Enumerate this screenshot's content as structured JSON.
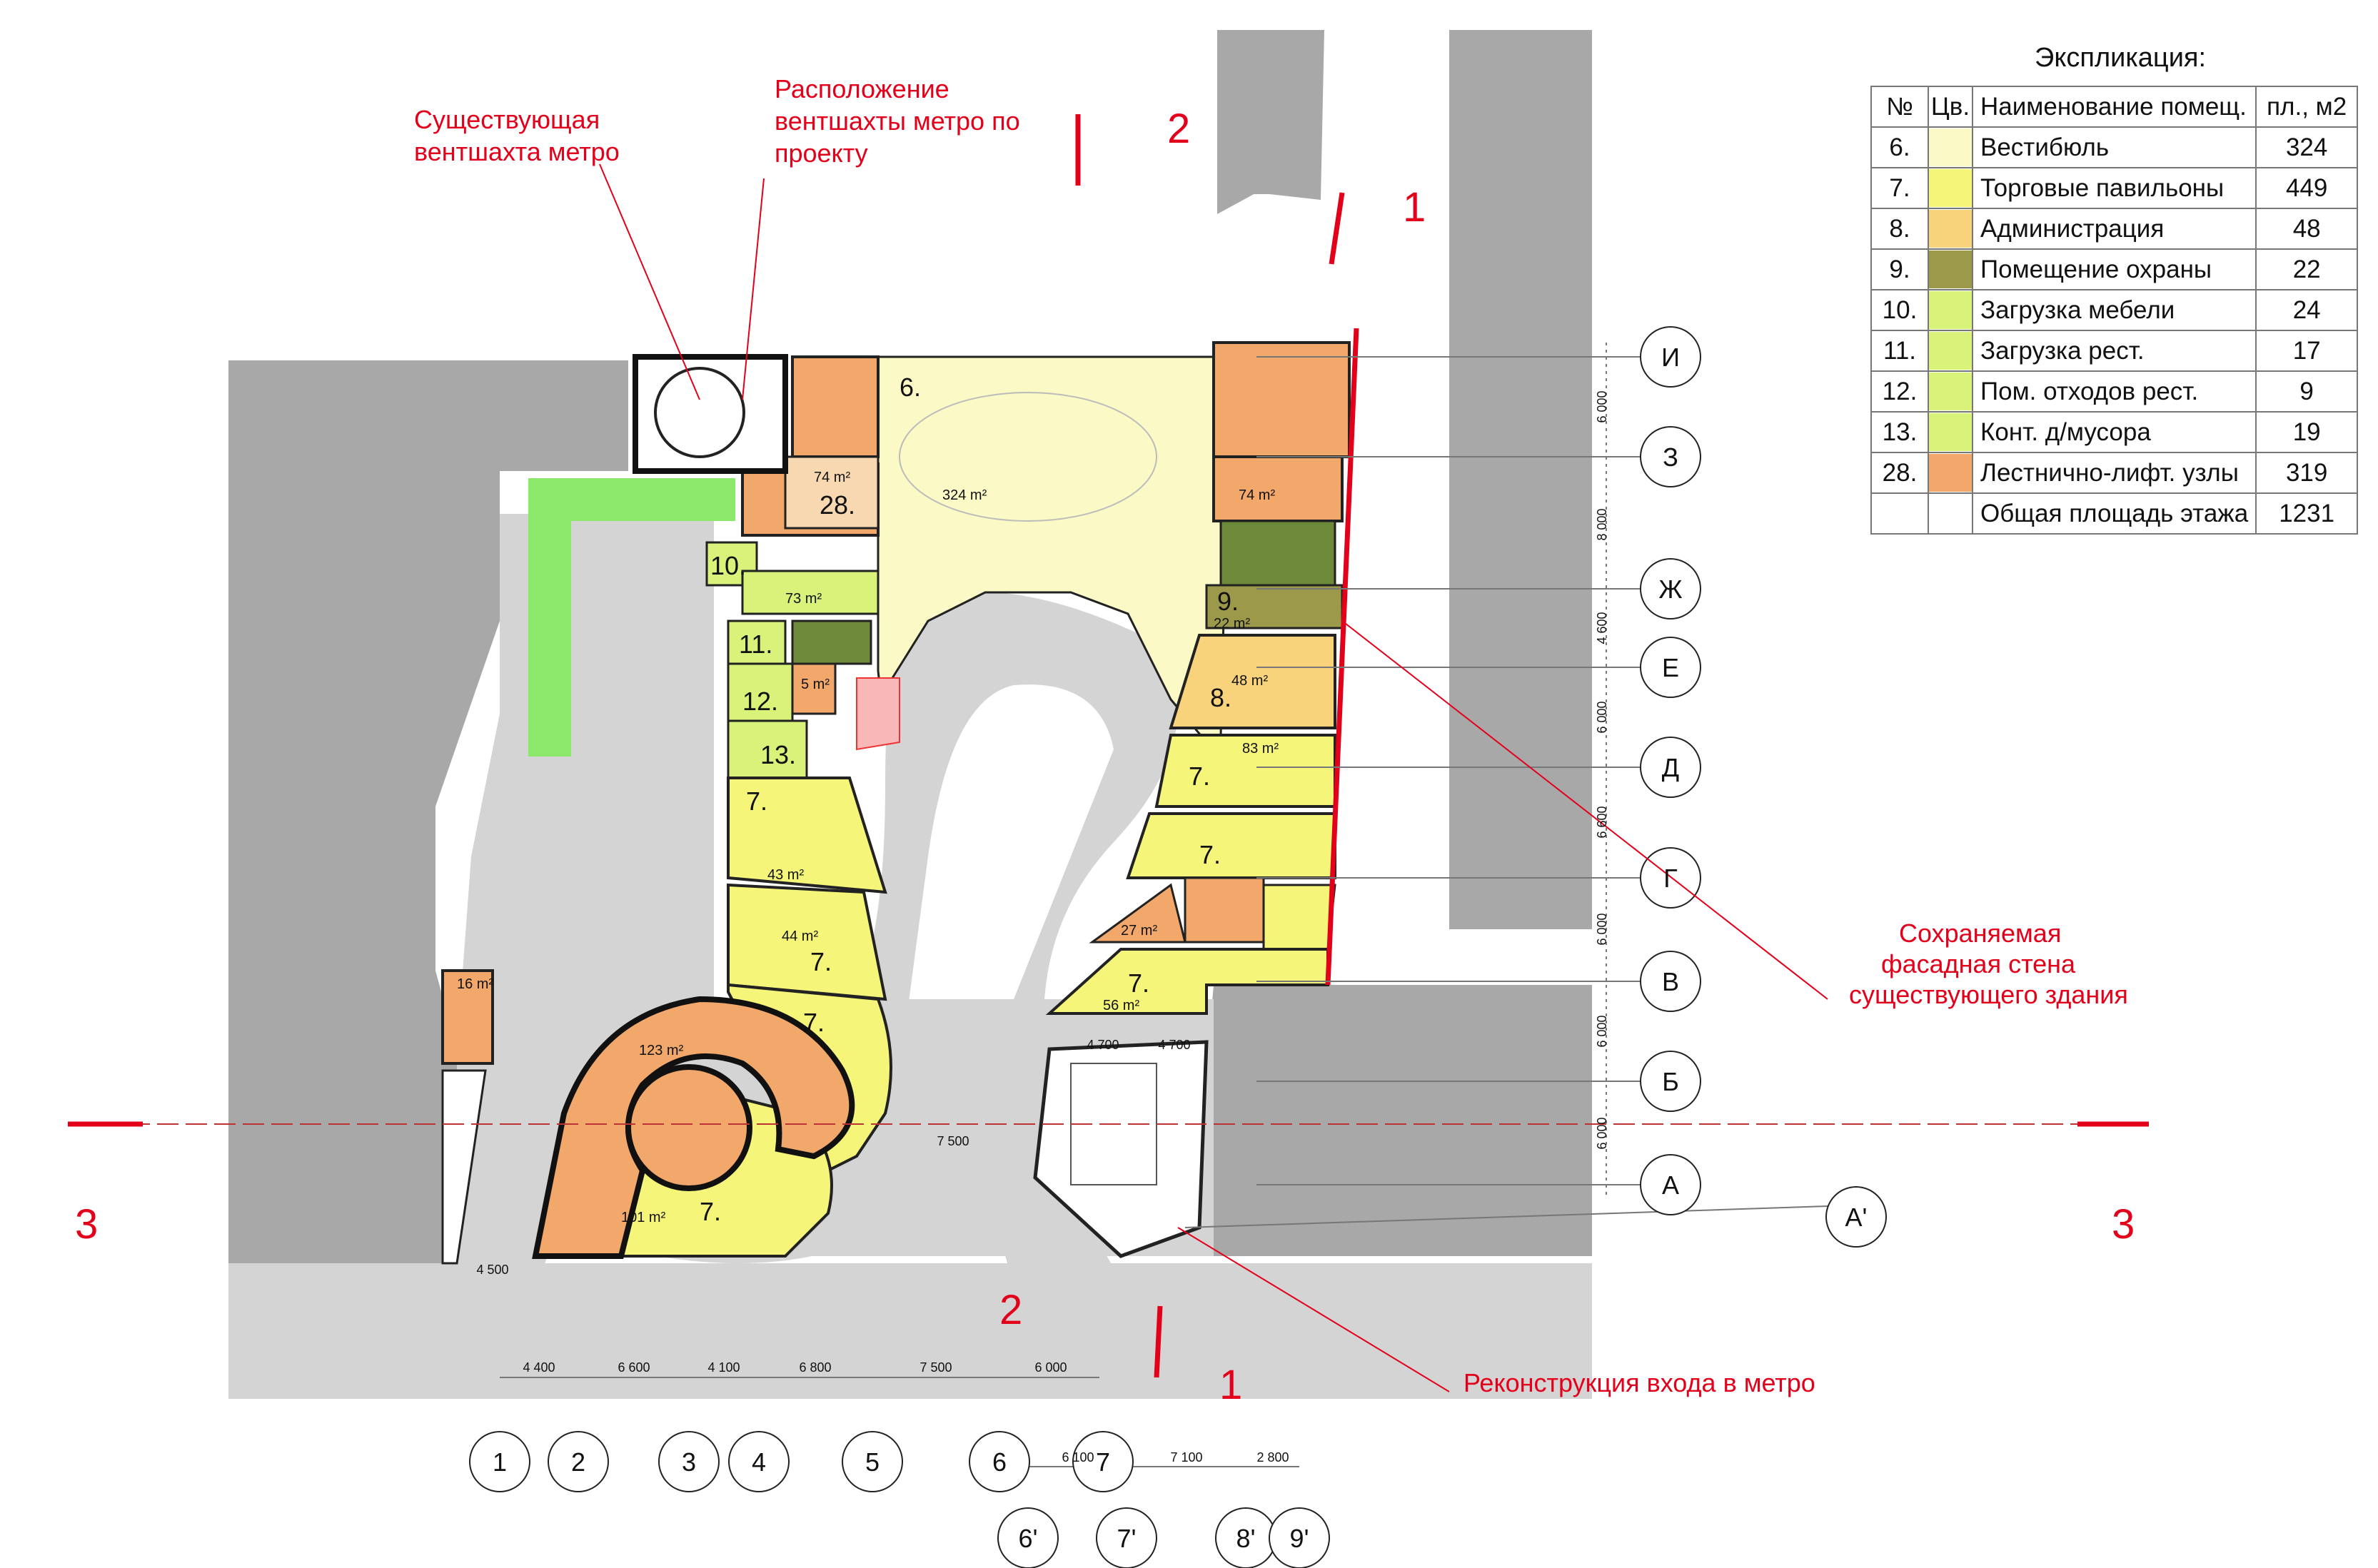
{
  "explication": {
    "title": "Экспликация:",
    "headers": {
      "num": "№",
      "color": "Цв.",
      "name": "Наименование помещ.",
      "area": "пл., м2"
    },
    "rows": [
      {
        "num": "6.",
        "name": "Вестибюль",
        "area": "324",
        "color": "#fbf9c5"
      },
      {
        "num": "7.",
        "name": "Торговые павильоны",
        "area": "449",
        "color": "#f5f57a"
      },
      {
        "num": "8.",
        "name": "Администрация",
        "area": "48",
        "color": "#f8d37c"
      },
      {
        "num": "9.",
        "name": "Помещение охраны",
        "area": "22",
        "color": "#9c9a4a"
      },
      {
        "num": "10.",
        "name": "Загрузка мебели",
        "area": "24",
        "color": "#d8f27a"
      },
      {
        "num": "11.",
        "name": "Загрузка рест.",
        "area": "17",
        "color": "#d8f27a"
      },
      {
        "num": "12.",
        "name": "Пом. отходов рест.",
        "area": "9",
        "color": "#d8f27a"
      },
      {
        "num": "13.",
        "name": "Конт. д/мусора",
        "area": "19",
        "color": "#d8f27a"
      },
      {
        "num": "28.",
        "name": "Лестнично-лифт. узлы",
        "area": "319",
        "color": "#f2a86a"
      }
    ],
    "total": {
      "name": "Общая площадь этажа",
      "area": "1231"
    }
  },
  "annotations": {
    "existing_shaft": [
      "Существующая",
      "вентшахта метро"
    ],
    "projected_shaft": [
      "Расположение",
      "вентшахты метро по",
      "проекту"
    ],
    "facade": [
      "Сохраняемая",
      "фасадная стена",
      "существующего здания"
    ],
    "metro_entrance": "Реконструкция входа в метро"
  },
  "sections": {
    "s1": "1",
    "s2": "2",
    "s3": "3"
  },
  "grid_rows": [
    "И",
    "З",
    "Ж",
    "Е",
    "Д",
    "Г",
    "В",
    "Б",
    "А",
    "А'"
  ],
  "grid_row_dims": [
    "6 000",
    "8 000",
    "4 600",
    "6 000",
    "6 600",
    "6 000",
    "6 000",
    "6 000"
  ],
  "grid_cols": [
    "1",
    "2",
    "3",
    "4",
    "5",
    "6",
    "7"
  ],
  "grid_col_dims": [
    "4 400",
    "6 600",
    "4 100",
    "6 800",
    "7 500",
    "6 000"
  ],
  "grid_cols_prime": [
    "6'",
    "7'",
    "8'",
    "9'"
  ],
  "grid_prime_dims": [
    "6 100",
    "7 100",
    "2 800"
  ],
  "misc_dims": {
    "d4700a": "4 700",
    "d4700b": "4 700",
    "d7500": "7 500",
    "d4500": "4 500"
  },
  "rooms": {
    "r6": "6.",
    "r6_area": "324 m²",
    "r28": "28.",
    "r28_area": "74 m²",
    "r28b_area": "74 m²",
    "r10": "10.",
    "r10_area": "73 m²",
    "r11": "11.",
    "r12": "12.",
    "r12_area": "5 m²",
    "r13": "13.",
    "r9": "9.",
    "r9_area": "22 m²",
    "r8": "8.",
    "r8_area": "48 m²",
    "r7a": "7.",
    "r7a_area": "83 m²",
    "r7b": "7.",
    "r7c": "7.",
    "r7c_area": "56 m²",
    "r27_area": "27 m²",
    "r7d": "7.",
    "r7d_area": "43 m²",
    "r7e": "7.",
    "r7e_area": "44 m²",
    "r7f": "7.",
    "r7g": "7.",
    "r7g_area": "101 m²",
    "spiral_area": "123 m²",
    "r16_area": "16 m²"
  }
}
